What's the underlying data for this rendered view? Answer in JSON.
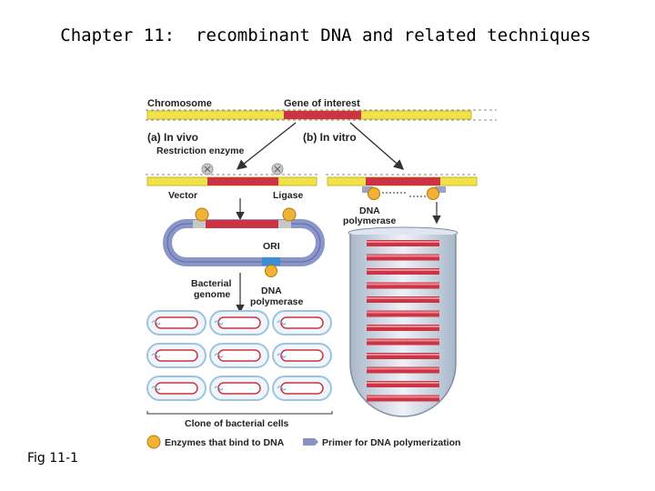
{
  "slide": {
    "title": "Chapter 11:  recombinant DNA and related techniques",
    "fig_label": "Fig 11-1"
  },
  "diagram": {
    "chromosome": "Chromosome",
    "gene": "Gene of interest",
    "in_vivo": "(a) In vivo",
    "in_vitro": "(b) In vitro",
    "restriction_enzyme": "Restriction enzyme",
    "vector": "Vector",
    "ligase": "Ligase",
    "ori": "ORI",
    "dna_polymerase_a": "DNA",
    "dna_polymerase_b": "polymerase",
    "bacterial_genome_a": "Bacterial",
    "bacterial_genome_b": "genome",
    "dna_polymerase2_a": "DNA",
    "dna_polymerase2_b": "polymerase",
    "clone": "Clone of bacterial cells",
    "legend_enzymes": "Enzymes that bind to DNA",
    "legend_primer": "Primer for DNA polymerization"
  },
  "colors": {
    "dna_yellow": "#f2e24a",
    "gene_red": "#cc3344",
    "plasmid_blue": "#8a95c8",
    "enzyme_orange": "#f2b233",
    "cell_blue": "#9fc3df",
    "tube_gray": "#c8d3e0"
  }
}
